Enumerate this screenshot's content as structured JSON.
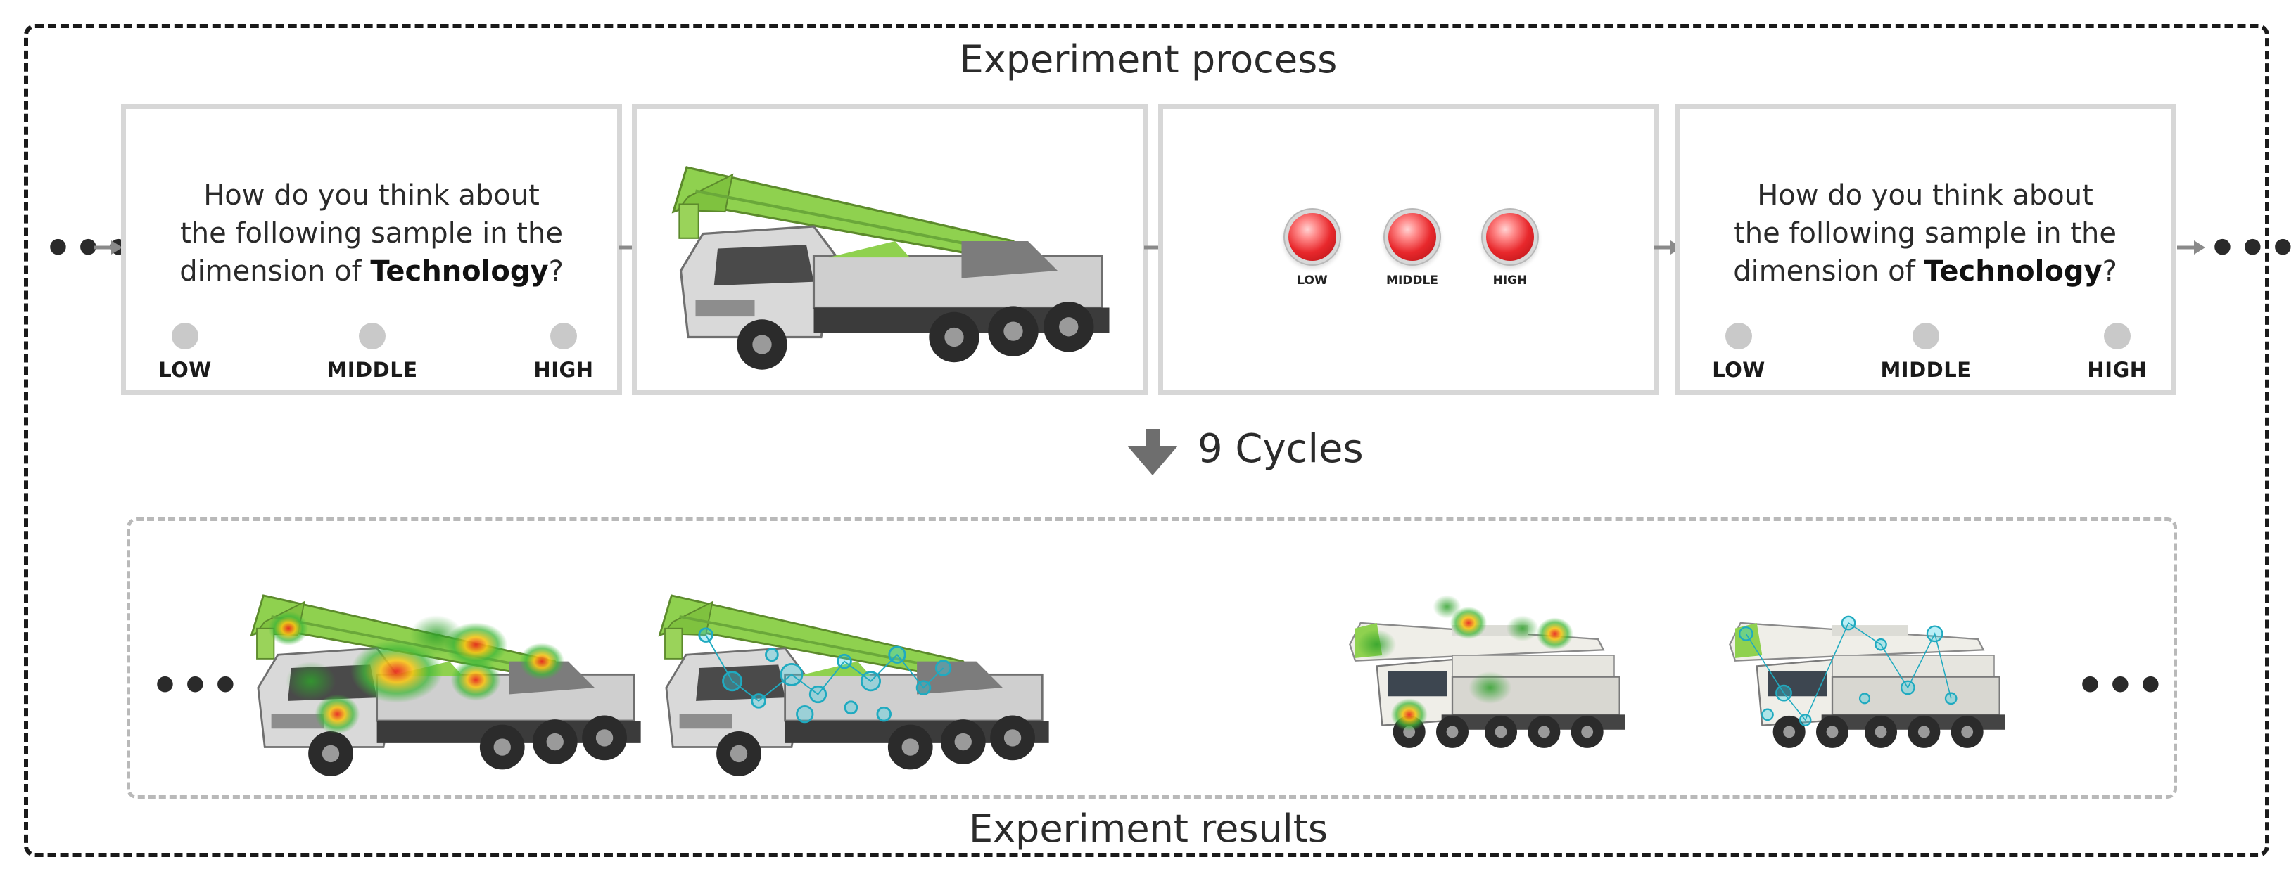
{
  "diagram": {
    "top_title": "Experiment process",
    "bottom_title": "Experiment results",
    "cycles_label": "9 Cycles",
    "ellipsis": "•••",
    "question_panel": {
      "line1": "How do you think about",
      "line2": "the following sample in the",
      "line3_prefix": "dimension of ",
      "line3_bold": "Technology",
      "line3_suffix": "?",
      "ratings": [
        "LOW",
        "MIDDLE",
        "HIGH"
      ]
    },
    "button_panel": {
      "labels": [
        "LOW",
        "MIDDLE",
        "HIGH"
      ]
    },
    "colors": {
      "crane_green": "#8fd14f",
      "heat_red": "#e8281e",
      "gaze_cyan": "#39d1e6",
      "frame": "#1a1a1a",
      "arrow_gray": "#8a8a8a"
    }
  }
}
